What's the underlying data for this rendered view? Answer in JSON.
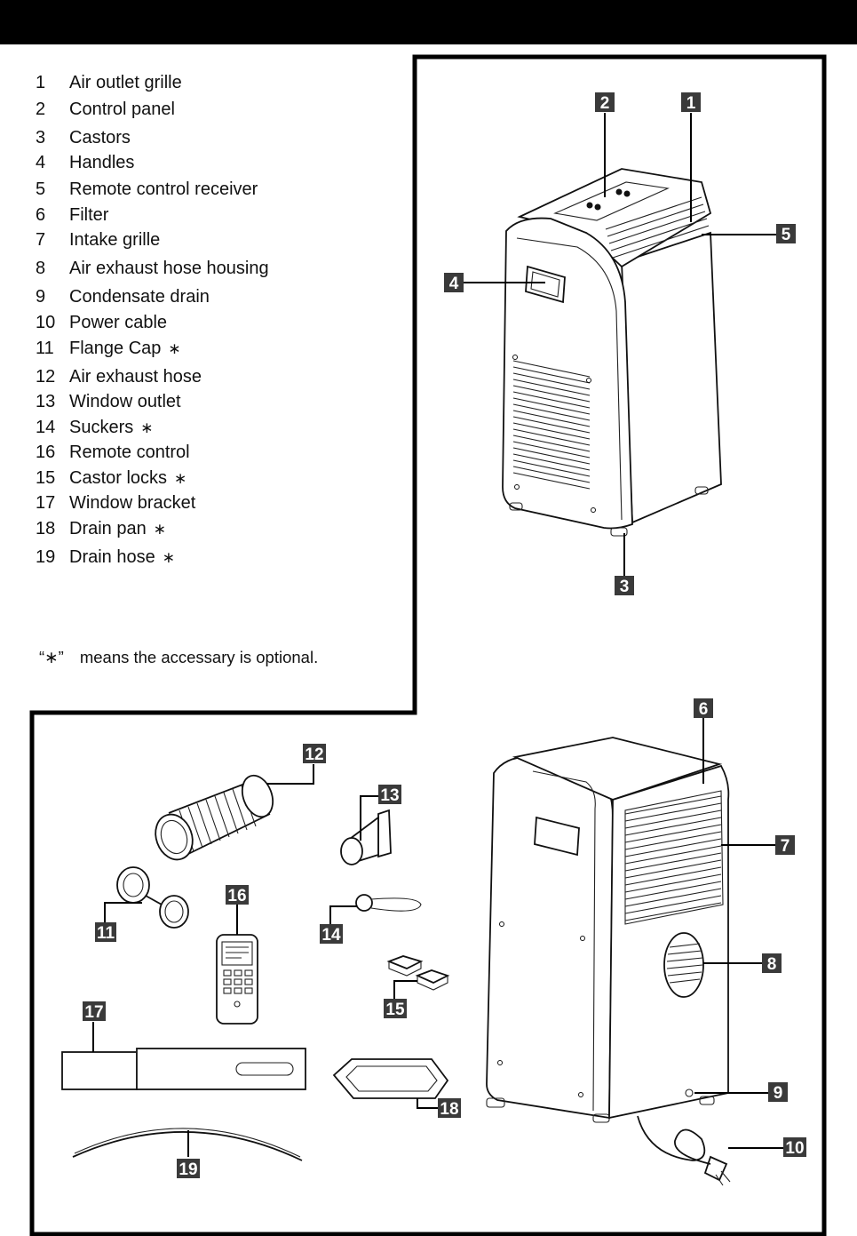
{
  "parts": [
    {
      "num": "1",
      "name": "Air outlet grille",
      "optional": ""
    },
    {
      "num": "2",
      "name": "Control panel",
      "optional": ""
    },
    {
      "num": "3",
      "name": "Castors",
      "optional": ""
    },
    {
      "num": "4",
      "name": "Handles",
      "optional": ""
    },
    {
      "num": "5",
      "name": "Remote control receiver",
      "optional": ""
    },
    {
      "num": "6",
      "name": "Filter",
      "optional": ""
    },
    {
      "num": "7",
      "name": "Intake grille",
      "optional": ""
    },
    {
      "num": "8",
      "name": "Air exhaust hose housing",
      "optional": ""
    },
    {
      "num": "9",
      "name": "Condensate drain",
      "optional": ""
    },
    {
      "num": "10",
      "name": "Power cable",
      "optional": ""
    },
    {
      "num": "11",
      "name": "Flange Cap",
      "optional": "∗"
    },
    {
      "num": "12",
      "name": "Air exhaust hose",
      "optional": ""
    },
    {
      "num": "13",
      "name": "Window outlet",
      "optional": ""
    },
    {
      "num": "14",
      "name": "Suckers",
      "optional": "∗"
    },
    {
      "num": "16",
      "name": "Remote control",
      "optional": ""
    },
    {
      "num": "15",
      "name": "Castor locks",
      "optional": "∗"
    },
    {
      "num": "17",
      "name": "Window bracket",
      "optional": ""
    },
    {
      "num": "18",
      "name": "Drain pan",
      "optional": "∗"
    },
    {
      "num": "19",
      "name": "Drain hose",
      "optional": "∗"
    }
  ],
  "note": {
    "symbol": "“∗”",
    "text": "means the accessary is optional."
  },
  "callouts": {
    "c1": "1",
    "c2": "2",
    "c3": "3",
    "c4": "4",
    "c5": "5",
    "c6": "6",
    "c7": "7",
    "c8": "8",
    "c9": "9",
    "c10": "10",
    "c11": "11",
    "c12": "12",
    "c13": "13",
    "c14": "14",
    "c15": "15",
    "c16": "16",
    "c17": "17",
    "c18": "18",
    "c19": "19"
  }
}
